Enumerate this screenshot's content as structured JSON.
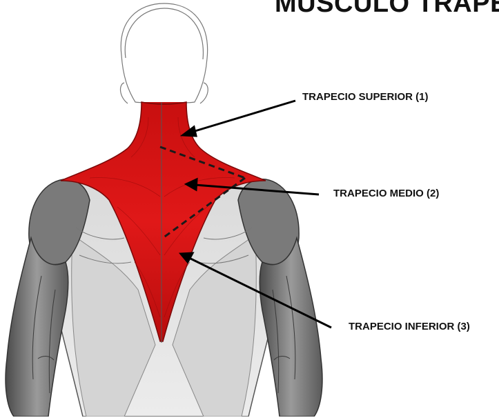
{
  "title": "MÚSCULO TRAPE",
  "labels": {
    "superior": "TRAPECIO SUPERIOR (1)",
    "medio": "TRAPECIO  MEDIO (2)",
    "inferior": "TRAPECIO INFERIOR (3)"
  },
  "colors": {
    "muscle_highlight": "#d81414",
    "muscle_dark": "#9e0b0b",
    "body_gray": "#8a8a8a",
    "body_light": "#e4e4e4",
    "pointer": "#000000"
  }
}
